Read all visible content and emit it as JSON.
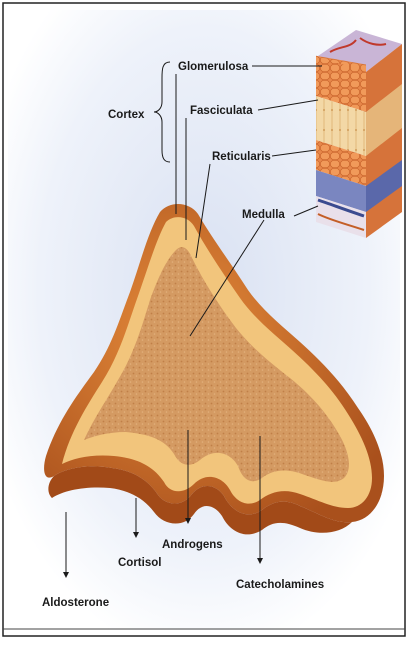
{
  "diagram": {
    "cortex_label": "Cortex",
    "zones": {
      "glomerulosa": "Glomerulosa",
      "fasciculata": "Fasciculata",
      "reticularis": "Reticularis",
      "medulla": "Medulla"
    },
    "hormones": {
      "aldosterone": "Aldosterone",
      "cortisol": "Cortisol",
      "androgens": "Androgens",
      "catecholamines": "Catecholamines"
    }
  },
  "colors": {
    "capsule": "#c9692a",
    "cortex_outer": "#f0c27a",
    "cortex_inner": "#e9b46b",
    "medulla": "#d8a06a",
    "background_glow": "#dfe6f4"
  }
}
